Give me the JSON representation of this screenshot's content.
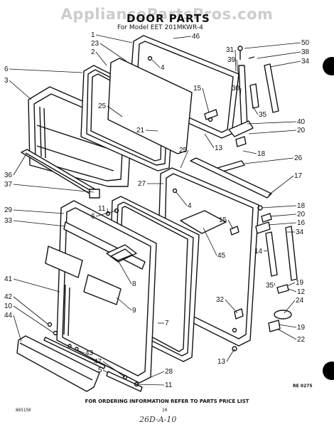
{
  "watermark": "AppliancePartsPros.com",
  "title": "DOOR PARTS",
  "subtitle": "For Model EET 201MKWR-4",
  "footer": "FOR ORDERING INFORMATION REFER TO PARTS PRICE LIST",
  "ref_left": "865150",
  "ref_mid": "10",
  "ref_code": "RE 0275",
  "handnote": "26D-A-10",
  "callouts": [
    {
      "id": "c1",
      "label": "1"
    },
    {
      "id": "c46",
      "label": "46"
    },
    {
      "id": "c23",
      "label": "23"
    },
    {
      "id": "c2",
      "label": "2"
    },
    {
      "id": "c6",
      "label": "6"
    },
    {
      "id": "c3",
      "label": "3"
    },
    {
      "id": "c4a",
      "label": "4"
    },
    {
      "id": "c50",
      "label": "50"
    },
    {
      "id": "c31",
      "label": "31"
    },
    {
      "id": "c38",
      "label": "38"
    },
    {
      "id": "c39",
      "label": "39"
    },
    {
      "id": "c34a",
      "label": "34"
    },
    {
      "id": "c15a",
      "label": "15"
    },
    {
      "id": "c30",
      "label": "30"
    },
    {
      "id": "c25a",
      "label": "25"
    },
    {
      "id": "c21",
      "label": "21"
    },
    {
      "id": "c35a",
      "label": "35"
    },
    {
      "id": "c40",
      "label": "40"
    },
    {
      "id": "c20a",
      "label": "20"
    },
    {
      "id": "c13a",
      "label": "13"
    },
    {
      "id": "c18a",
      "label": "18"
    },
    {
      "id": "c25b",
      "label": "25"
    },
    {
      "id": "c26",
      "label": "26"
    },
    {
      "id": "c36",
      "label": "36"
    },
    {
      "id": "c37",
      "label": "37"
    },
    {
      "id": "c27",
      "label": "27"
    },
    {
      "id": "c17",
      "label": "17"
    },
    {
      "id": "c11a",
      "label": "11"
    },
    {
      "id": "c6b",
      "label": "6"
    },
    {
      "id": "c4b",
      "label": "4"
    },
    {
      "id": "c29",
      "label": "29"
    },
    {
      "id": "c18b",
      "label": "18"
    },
    {
      "id": "c20b",
      "label": "20"
    },
    {
      "id": "c15b",
      "label": "15"
    },
    {
      "id": "c16",
      "label": "16"
    },
    {
      "id": "c33",
      "label": "33"
    },
    {
      "id": "c34b",
      "label": "34"
    },
    {
      "id": "c45",
      "label": "45"
    },
    {
      "id": "c14",
      "label": "14"
    },
    {
      "id": "c8",
      "label": "8"
    },
    {
      "id": "c41",
      "label": "41"
    },
    {
      "id": "c35b",
      "label": "35"
    },
    {
      "id": "c19a",
      "label": "19"
    },
    {
      "id": "c12",
      "label": "12"
    },
    {
      "id": "c9",
      "label": "9"
    },
    {
      "id": "c32",
      "label": "32"
    },
    {
      "id": "c24",
      "label": "24"
    },
    {
      "id": "c42",
      "label": "42"
    },
    {
      "id": "c10",
      "label": "10"
    },
    {
      "id": "c44",
      "label": "44"
    },
    {
      "id": "c7",
      "label": "7"
    },
    {
      "id": "c19b",
      "label": "19"
    },
    {
      "id": "c22",
      "label": "22"
    },
    {
      "id": "c43",
      "label": "43"
    },
    {
      "id": "c47",
      "label": "47"
    },
    {
      "id": "c5",
      "label": "5"
    },
    {
      "id": "c13b",
      "label": "13"
    },
    {
      "id": "c28",
      "label": "28"
    },
    {
      "id": "c11b",
      "label": "11"
    }
  ]
}
